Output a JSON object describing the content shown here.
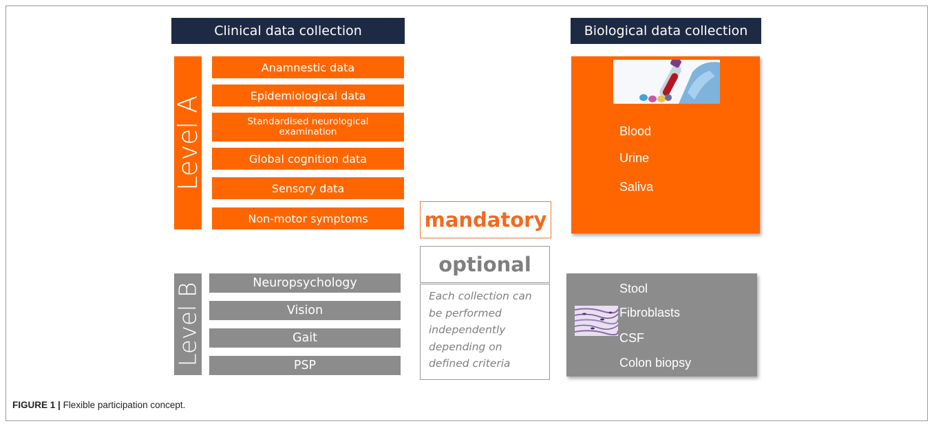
{
  "headers": {
    "clinical": "Clinical data collection",
    "biological": "Biological data collection"
  },
  "level_a": {
    "label": "Level A",
    "items": [
      "Anamnestic data",
      "Epidemiological data",
      "Standardised neurological examination",
      "Global cognition data",
      "Sensory data",
      "Non-motor symptoms"
    ]
  },
  "level_b": {
    "label": "Level B",
    "items": [
      "Neuropsychology",
      "Vision",
      "Gait",
      "PSP"
    ]
  },
  "legend": {
    "mandatory": "mandatory",
    "optional": "optional",
    "note_lines": [
      "Each collection can",
      "be performed",
      "independently",
      "depending on",
      "defined criteria"
    ]
  },
  "biological": {
    "mandatory_samples": [
      "Blood",
      "Urine",
      "Saliva"
    ],
    "optional_samples": [
      "Stool",
      "Fibroblasts",
      "CSF",
      "Colon biopsy"
    ]
  },
  "caption": {
    "label": "FIGURE 1 |",
    "text": "Flexible participation concept."
  },
  "colors": {
    "orange": "#ff6600",
    "grey": "#8c8c8c",
    "navy": "#1c2a44"
  }
}
